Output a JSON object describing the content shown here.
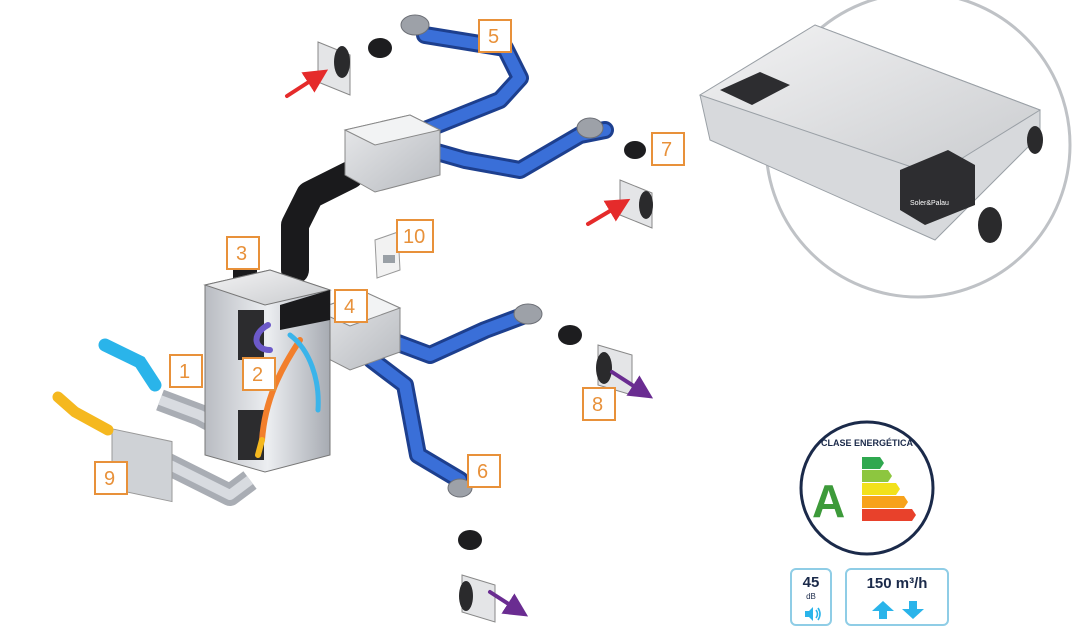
{
  "diagram": {
    "labels": [
      "1",
      "2",
      "3",
      "4",
      "5",
      "6",
      "7",
      "8",
      "9",
      "10"
    ],
    "colors": {
      "duct_blue": "#2f62c9",
      "label_orange": "#e8913a",
      "air_red": "#e52b2b",
      "air_purple": "#6a2c91",
      "air_cyan": "#2ab4ea",
      "air_yellow": "#f5b81f"
    }
  },
  "energy_badge": {
    "title": "CLASE ENERGÉTICA",
    "class_letter": "A"
  },
  "specs": {
    "noise_value": "45",
    "noise_unit": "dB",
    "flow_value": "150 m³/h",
    "noise_icon": "speaker-icon",
    "flow_icons": [
      "arrow-up-icon",
      "arrow-down-icon"
    ]
  },
  "product_callout": {
    "brand_text": "Soler&Palau"
  }
}
